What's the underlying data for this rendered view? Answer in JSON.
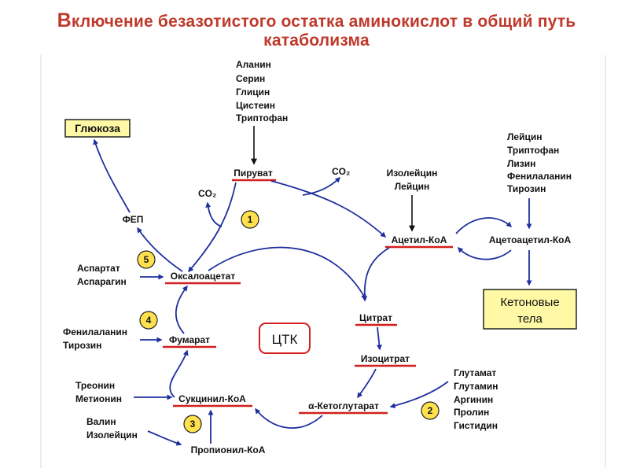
{
  "title": {
    "first_letter": "В",
    "line1_rest": "ключение безазотистого остатка аминокислот в общий путь",
    "line2": "катаболизма"
  },
  "colors": {
    "title": "#c0392b",
    "arrow": "#1f2f9e",
    "underline": "#d21f1f",
    "box_fill": "#fff9a6",
    "circle_fill": "#ffe14d"
  },
  "amino_groups": {
    "pyruvate_sources": [
      "Аланин",
      "Серин",
      "Глицин",
      "Цистеин",
      "Триптофан"
    ],
    "acetyl_sources": [
      "Изолейцин",
      "Лейцин"
    ],
    "ketogenic": [
      "Лейцин",
      "Триптофан",
      "Лизин",
      "Фенилаланин",
      "Тирозин"
    ],
    "oxaloacetate_sources": [
      "Аспартат",
      "Аспарагин"
    ],
    "fumarate_sources": [
      "Фенилаланин",
      "Тирозин"
    ],
    "succinyl_sources": [
      "Треонин",
      "Метионин"
    ],
    "propionyl_sources": [
      "Валин",
      "Изолейцин"
    ],
    "ketoglutarate_sources": [
      "Глутамат",
      "Глутамин",
      "Аргинин",
      "Пролин",
      "Гистидин"
    ]
  },
  "metabolites": {
    "glucose": "Глюкоза",
    "pyruvate": "Пируват",
    "co2_left": "CO₂",
    "co2_right": "CO₂",
    "pep": "ФЕП",
    "acetyl_coa": "Ацетил-КоА",
    "acetoacetyl_coa": "Ацетоацетил-КоА",
    "ketone_line1": "Кетоновые",
    "ketone_line2": "тела",
    "oxaloacetate": "Оксалоацетат",
    "citrate": "Цитрат",
    "isocitrate": "Изоцитрат",
    "fumarate": "Фумарат",
    "alpha_ketoglutarate": "α-Кетоглутарат",
    "succinyl_coa": "Сукцинил-КоА",
    "propionyl_coa": "Пропионил-КоА",
    "cycle": "ЦТК"
  },
  "steps": [
    "1",
    "2",
    "3",
    "4",
    "5"
  ]
}
